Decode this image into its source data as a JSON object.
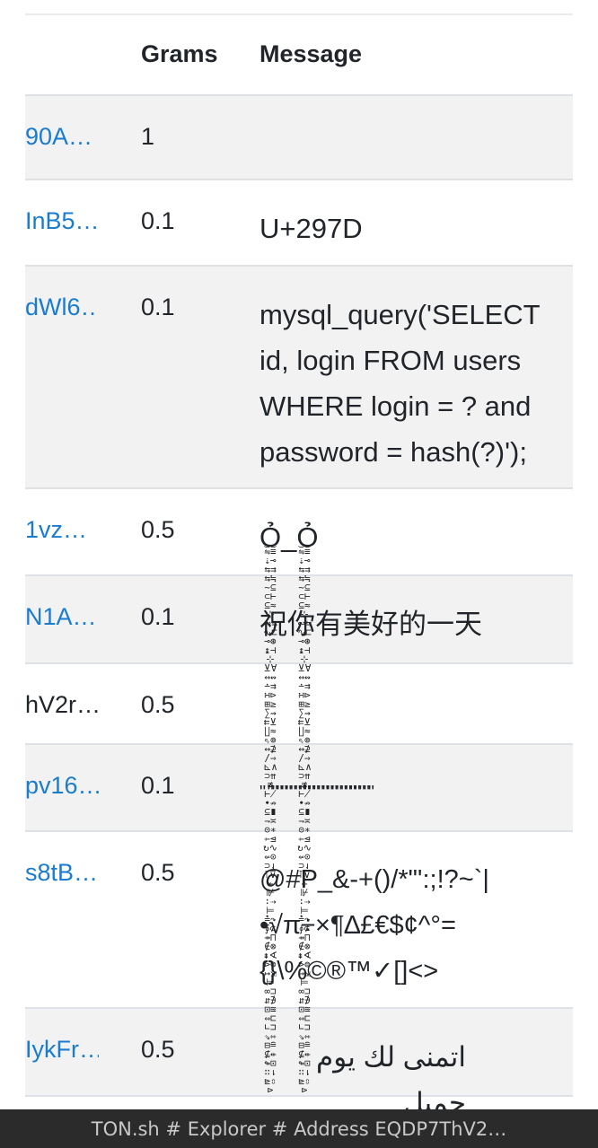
{
  "table": {
    "headers": {
      "grams": "Grams",
      "message": "Message"
    },
    "rows": [
      {
        "address": "90A…",
        "grams": "1",
        "message": "",
        "link": true
      },
      {
        "address": "InB5…",
        "grams": "0.1",
        "message": "U+297D",
        "link": true
      },
      {
        "address": "dWl6…",
        "grams": "0.1",
        "message": "mysql_query('SELECT id, login FROM users WHERE login = ? and password = hash(?)');",
        "link": true
      },
      {
        "address": "1vz…",
        "grams": "0.5",
        "message": "Ỏ_Ỏ",
        "link": true
      },
      {
        "address": "N1A…",
        "grams": "0.1",
        "message": "祝你有美好的一天",
        "link": true
      },
      {
        "address": "hV2r…",
        "grams": "0.5",
        "message": "",
        "link": false
      },
      {
        "address": "pv16…",
        "grams": "0.1",
        "message": "\" \"\"\"\"\"\"\"\"\"\"\"\"\"\"\"\"\"\"\"\"\"\"\"",
        "link": true
      },
      {
        "address": "s8tB…",
        "grams": "0.5",
        "message": "@#P_&-+()/*\"':;!?~`|•√π÷×¶∆£€$¢^°={}\\%©®™✓[]<>",
        "link": true
      },
      {
        "address": "IykFr…",
        "grams": "0.5",
        "message": "اتمنى لك يوم جميل",
        "link": true
      }
    ]
  },
  "zalgo": "‿‿⇋≡⇣⊸⇆⇉⇆≒~⊆⊂⊢⊆≈⊹∾⇆∿⊏⊸⊛↨⊣⊹⊻∀↔↭∸⇉∺⊳⊞≥∑⇝⇇⊻∐≈⇖⊚↔⊉∕⇒⊾∧⊃⇈≢⊬∙⇏⊆∎⇁≍⊝∗⇽⊴↻∿⇍⊙⊃⇃⊺⊽↞⊮∶⇢⊨≛↷∮⊄⇸⊓∉⊗⇞∢⊳⊜↦⇲⊨∞⊐⇵∌⊡≊⇔⊏∟⊐⇘⇿⊟≘⊈⇷↬⊡∷⇂⊵⇳⊳",
  "footer": {
    "text": "TON.sh # Explorer # Address EQDP7ThV2…"
  }
}
